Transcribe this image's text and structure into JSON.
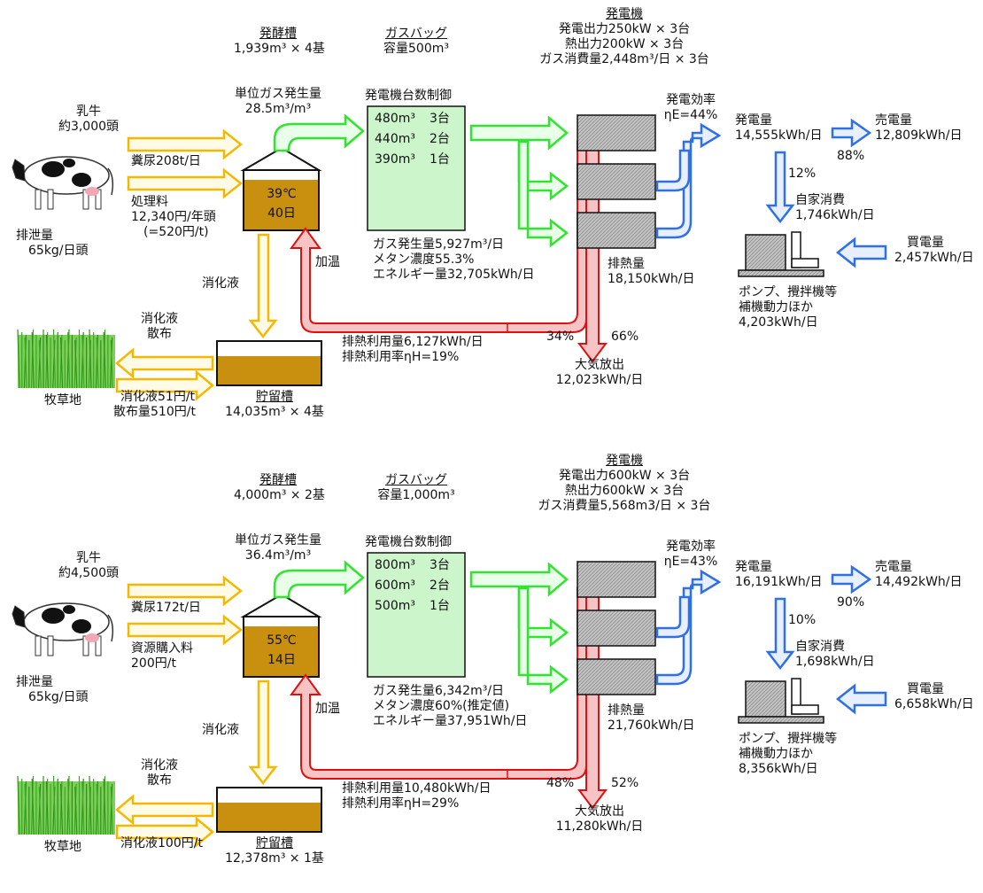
{
  "panels": [
    {
      "fermenter": {
        "title": "発酵槽",
        "spec": "1,939m³ × 4基",
        "temp": "39℃",
        "days": "40日"
      },
      "gasbag": {
        "title": "ガスバッグ",
        "spec": "容量500m³"
      },
      "generator": {
        "title": "発電機",
        "output": "発電出力250kW × 3台",
        "heat": "熱出力200kW × 3台",
        "gas": "ガス消費量2,448m³/日 × 3台"
      },
      "cow": {
        "line1": "乳牛",
        "line2": "約3,000頭",
        "excretion1": "排泄量",
        "excretion2": "65kg/日頭"
      },
      "inputs": {
        "manure": "糞尿208t/日",
        "fee1": "処理料",
        "fee2": "12,340円/年頭",
        "fee3": "(=520円/t)"
      },
      "unit_gas": {
        "label": "単位ガス発生量",
        "value": "28.5m³/m³"
      },
      "control": {
        "title": "発電機台数制御",
        "rows": [
          {
            "v": "480m³",
            "n": "3台"
          },
          {
            "v": "440m³",
            "n": "2台"
          },
          {
            "v": "390m³",
            "n": "1台"
          }
        ]
      },
      "gas_stats": {
        "line1": "ガス発生量5,927m³/日",
        "line2": "メタン濃度55.3%",
        "line3": "エネルギー量32,705kWh/日"
      },
      "heating": "加温",
      "digestate": "消化液",
      "spread": {
        "line1": "消化液",
        "line2": "散布"
      },
      "pasture": "牧草地",
      "digestate_price": {
        "line1": "消化液51円/t",
        "line2": "散布量510円/t"
      },
      "storage": {
        "title": "貯留槽",
        "spec": "14,035m³ × 4基"
      },
      "efficiency": {
        "label": "発電効率",
        "value": "ηE=44%"
      },
      "power": {
        "label": "発電量",
        "value": "14,555kWh/日"
      },
      "sell": {
        "label": "売電量",
        "value": "12,809kWh/日",
        "pct": "88%"
      },
      "self": {
        "pct": "12%",
        "label": "自家消費",
        "value": "1,746kWh/日"
      },
      "buy": {
        "label": "買電量",
        "value": "2,457kWh/日"
      },
      "aux": {
        "line1": "ポンプ、攪拌機等",
        "line2": "補機動力ほか",
        "line3": "4,203kWh/日"
      },
      "exhaust": {
        "label": "排熱量",
        "value": "18,150kWh/日"
      },
      "heat_use": {
        "line1": "排熱利用量6,127kWh/日",
        "line2": "排熱利用率ηH=19%"
      },
      "split": {
        "left": "34%",
        "right": "66%"
      },
      "release": {
        "label": "大気放出",
        "value": "12,023kWh/日"
      }
    },
    {
      "fermenter": {
        "title": "発酵槽",
        "spec": "4,000m³ × 2基",
        "temp": "55℃",
        "days": "14日"
      },
      "gasbag": {
        "title": "ガスバッグ",
        "spec": "容量1,000m³"
      },
      "generator": {
        "title": "発電機",
        "output": "発電出力600kW × 3台",
        "heat": "熱出力600kW × 3台",
        "gas": "ガス消費量5,568m3/日 × 3台"
      },
      "cow": {
        "line1": "乳牛",
        "line2": "約4,500頭",
        "excretion1": "排泄量",
        "excretion2": "65kg/日頭"
      },
      "inputs": {
        "manure": "糞尿172t/日",
        "fee1": "資源購入料",
        "fee2": "200円/t",
        "fee3": ""
      },
      "unit_gas": {
        "label": "単位ガス発生量",
        "value": "36.4m³/m³"
      },
      "control": {
        "title": "発電機台数制御",
        "rows": [
          {
            "v": "800m³",
            "n": "3台"
          },
          {
            "v": "600m³",
            "n": "2台"
          },
          {
            "v": "500m³",
            "n": "1台"
          }
        ]
      },
      "gas_stats": {
        "line1": "ガス発生量6,342m³/日",
        "line2": "メタン濃度60%(推定値)",
        "line3": "エネルギー量37,951Wh/日"
      },
      "heating": "加温",
      "digestate": "消化液",
      "spread": {
        "line1": "消化液",
        "line2": "散布"
      },
      "pasture": "牧草地",
      "digestate_price": {
        "line1": "消化液100円/t",
        "line2": ""
      },
      "storage": {
        "title": "貯留槽",
        "spec": "12,378m³ × 1基"
      },
      "efficiency": {
        "label": "発電効率",
        "value": "ηE=43%"
      },
      "power": {
        "label": "発電量",
        "value": "16,191kWh/日"
      },
      "sell": {
        "label": "売電量",
        "value": "14,492kWh/日",
        "pct": "90%"
      },
      "self": {
        "pct": "10%",
        "label": "自家消費",
        "value": "1,698kWh/日"
      },
      "buy": {
        "label": "買電量",
        "value": "6,658kWh/日"
      },
      "aux": {
        "line1": "ポンプ、攪拌機等",
        "line2": "補機動力ほか",
        "line3": "8,356kWh/日"
      },
      "exhaust": {
        "label": "排熱量",
        "value": "21,760kWh/日"
      },
      "heat_use": {
        "line1": "排熱利用量10,480kWh/日",
        "line2": "排熱利用率ηH=29%"
      },
      "split": {
        "left": "48%",
        "right": "52%"
      },
      "release": {
        "label": "大気放出",
        "value": "11,280kWh/日"
      }
    }
  ],
  "colors": {
    "yellow": "#f5b800",
    "yellow_fill": "#fffbe6",
    "green": "#2ee62e",
    "green_fill": "#eaffea",
    "gasbag_fill": "#ccf5cc",
    "blue": "#2f6fe8",
    "blue_fill": "#e8f0ff",
    "red": "#e01010",
    "red_fill": "#f6c4c4",
    "liquid": "#c8900e",
    "grass": "#3aa822",
    "box_gray": "#bdbdbd"
  }
}
